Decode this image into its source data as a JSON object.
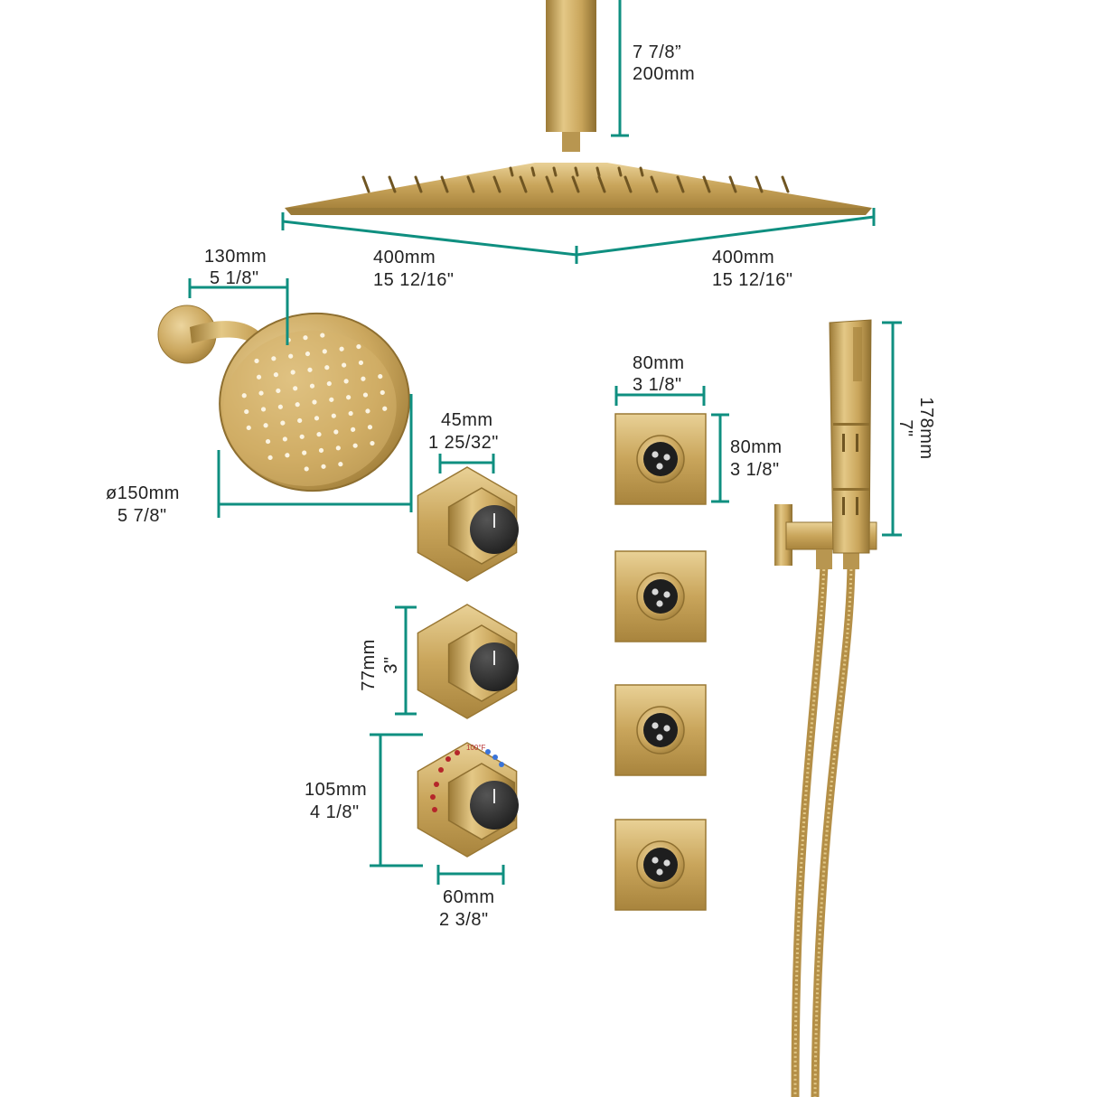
{
  "colors": {
    "background": "#ffffff",
    "dimension_line": "#0f8f80",
    "brass": "#c8a45a",
    "brass_light": "#e6cc8e",
    "brass_dark": "#8e6f30",
    "knob_black": "#2a2a2a",
    "text": "#222222"
  },
  "product_parts": [
    "ceiling-arm",
    "square-rain-shower-head",
    "round-shower-head",
    "diverter-valve-handles",
    "thermostatic-valve-handle",
    "body-spray-jets",
    "handheld-shower-with-hose"
  ],
  "dimensions": {
    "ceiling_arm": {
      "metric": "200mm",
      "imperial": "7 7/8”"
    },
    "rain_head_width": {
      "metric": "400mm",
      "imperial": "15 12/16\""
    },
    "rain_head_depth": {
      "metric": "400mm",
      "imperial": "15 12/16\""
    },
    "shower_arm_reach": {
      "metric": "130mm",
      "imperial": "5 1/8\""
    },
    "round_head_diameter": {
      "metric": "ø150mm",
      "imperial": "5 7/8\""
    },
    "handle_width": {
      "metric": "45mm",
      "imperial": "1 25/32\""
    },
    "handle_height": {
      "metric": "77mm",
      "imperial": "3\""
    },
    "thermo_height": {
      "metric": "105mm",
      "imperial": "4 1/8\""
    },
    "thermo_width": {
      "metric": "60mm",
      "imperial": "2 3/8\""
    },
    "jet_width": {
      "metric": "80mm",
      "imperial": "3 1/8\""
    },
    "jet_height": {
      "metric": "80mm",
      "imperial": "3 1/8\""
    },
    "handheld_length": {
      "metric": "178mm",
      "imperial": "7\""
    }
  },
  "thermo_scale_label": "100°F"
}
